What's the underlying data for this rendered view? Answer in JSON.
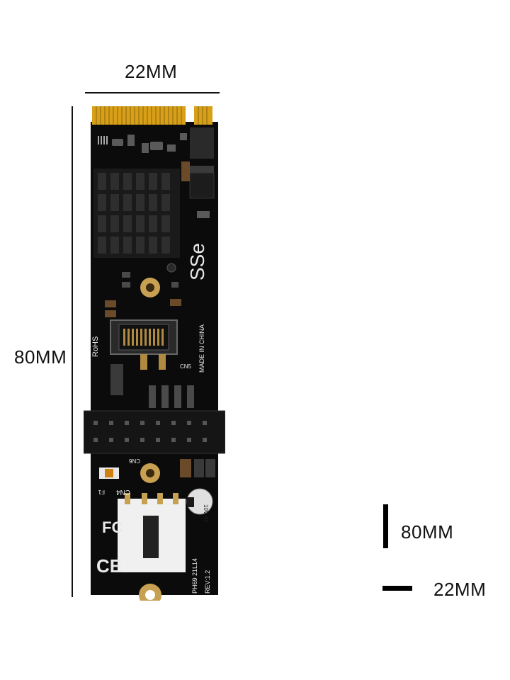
{
  "dimensions": {
    "width_label": "22MM",
    "height_label": "80MM"
  },
  "legend": {
    "length_label": "80MM",
    "width_label": "22MM"
  },
  "board": {
    "brand": "SSe",
    "rohs": "RoHS",
    "made_in": "MADE IN CHINA",
    "model": "PH69 21L14",
    "revision": "REV:1.2",
    "connector_main": "CN5",
    "connector_header": "CN6",
    "connector_fan": "CN4",
    "capacitor_marking": "10V 47",
    "fuse": "F1",
    "fcc_mark": "FC",
    "ce_mark": "CE",
    "colors": {
      "pcb": "#0b0b0b",
      "gold": "#d8a018",
      "silkscreen": "#e8e8e8",
      "heatsink": "#1a1a1a",
      "connector_white": "#f0f0f0"
    }
  }
}
